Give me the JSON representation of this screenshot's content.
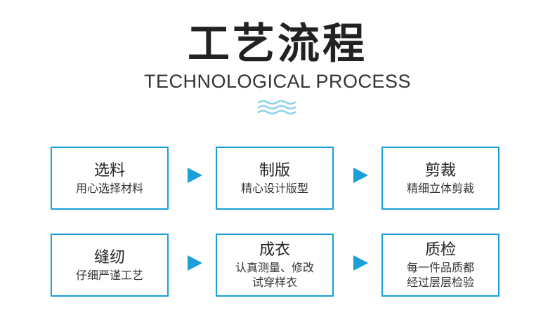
{
  "title": "工艺流程",
  "subtitle": "TECHNOLOGICAL PROCESS",
  "colors": {
    "accent": "#1a9fd9",
    "wave": "#8fd3ec"
  },
  "steps": [
    {
      "title": "选料",
      "desc": "用心选择材料"
    },
    {
      "title": "制版",
      "desc": "精心设计版型"
    },
    {
      "title": "剪裁",
      "desc": "精细立体剪裁"
    },
    {
      "title": "缝纫",
      "desc": "仔细严谨工艺"
    },
    {
      "title": "成衣",
      "desc_lines": [
        "认真测量、修改",
        "试穿样衣"
      ]
    },
    {
      "title": "质检",
      "desc_lines": [
        "每一件品质都",
        "经过层层检验"
      ]
    }
  ]
}
